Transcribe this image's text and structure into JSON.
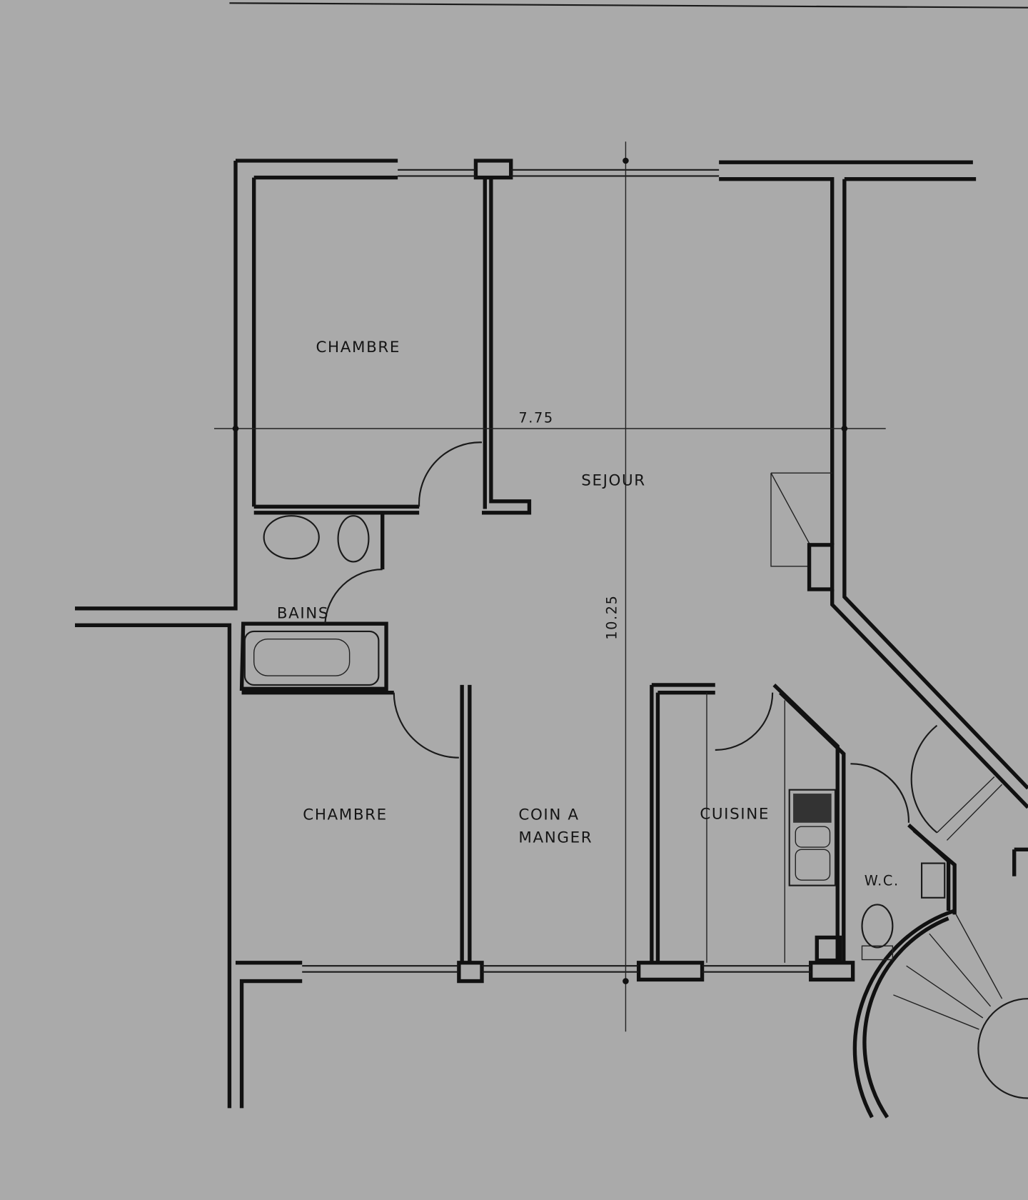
{
  "rooms": {
    "chambre_top": "CHAMBRE",
    "sejour": "SEJOUR",
    "bains": "BAINS",
    "chambre_bottom": "CHAMBRE",
    "coin_a_manger_line1": "COIN A",
    "coin_a_manger_line2": "MANGER",
    "cuisine": "CUISINE",
    "wc": "W.C."
  },
  "dimensions": {
    "width": "7.75",
    "depth": "10.25"
  },
  "colors": {
    "paper": "#aaaaaa",
    "ink": "#111111"
  }
}
